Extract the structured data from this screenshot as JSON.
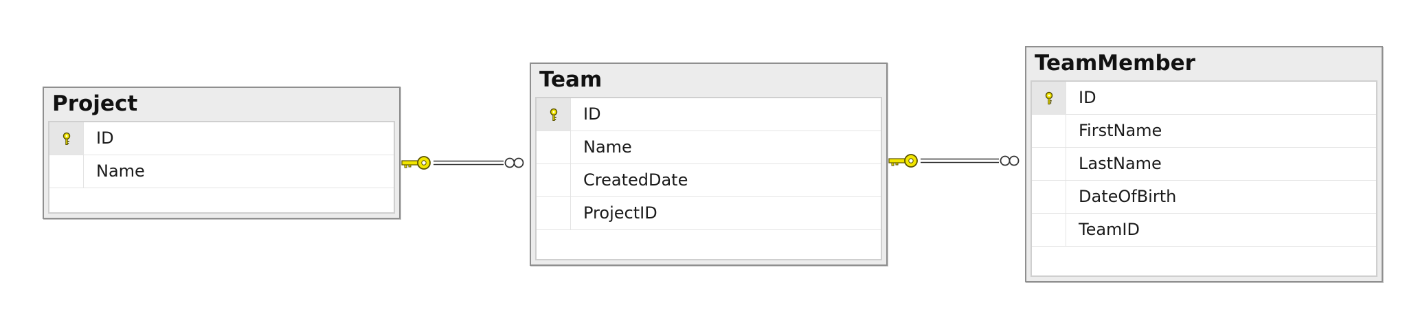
{
  "tables": [
    {
      "title": "Project",
      "columns": [
        {
          "name": "ID",
          "primary_key": true
        },
        {
          "name": "Name",
          "primary_key": false
        }
      ]
    },
    {
      "title": "Team",
      "columns": [
        {
          "name": "ID",
          "primary_key": true
        },
        {
          "name": "Name",
          "primary_key": false
        },
        {
          "name": "CreatedDate",
          "primary_key": false
        },
        {
          "name": "ProjectID",
          "primary_key": false
        }
      ]
    },
    {
      "title": "TeamMember",
      "columns": [
        {
          "name": "ID",
          "primary_key": true
        },
        {
          "name": "FirstName",
          "primary_key": false
        },
        {
          "name": "LastName",
          "primary_key": false
        },
        {
          "name": "DateOfBirth",
          "primary_key": false
        },
        {
          "name": "TeamID",
          "primary_key": false
        }
      ]
    }
  ],
  "relationships": [
    {
      "from": "Project",
      "to": "Team",
      "from_end": "one (key)",
      "to_end": "many (infinity)"
    },
    {
      "from": "Team",
      "to": "TeamMember",
      "from_end": "one (key)",
      "to_end": "many (infinity)"
    }
  ],
  "colors": {
    "key_yellow": "#f2e600",
    "key_outline": "#5a5200",
    "table_border": "#8f8f8f",
    "table_header_bg": "#ececec"
  }
}
